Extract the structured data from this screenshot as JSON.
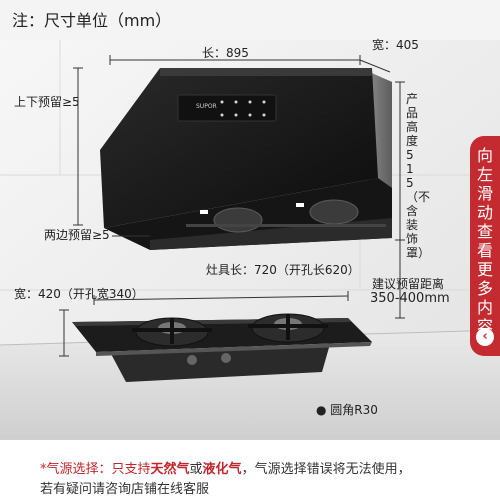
{
  "header": {
    "title": "注：尺寸单位（mm）"
  },
  "dimensions": {
    "length": "长：895",
    "width": "宽：405",
    "top_bottom_clearance": "上下预留≥5",
    "side_clearance": "两边预留≥5",
    "product_height": "产品高度515（不含装饰罩）",
    "install_distance_label": "建议预留距离",
    "install_distance_value": "350-400mm",
    "stove_width": "宽：420（开孔宽340）",
    "stove_length": "灶具长：720（开孔长620）",
    "corner_radius": "● 圆角R30"
  },
  "product": {
    "brand_logo": "SUPOR"
  },
  "side_tab": {
    "label": "向左滑动查看更多内容",
    "icon": "chevron-left-icon"
  },
  "footer": {
    "line1_prefix": "*气源选择：只支持",
    "line1_gas1": "天然气",
    "line1_or": "或",
    "line1_gas2": "液化气",
    "line1_suffix": "，气源选择错误将无法使用，",
    "line2": "若有疑问请咨询店铺在线客服"
  },
  "colors": {
    "accent": "#c32b30",
    "hood_glass": "#1a1a1a",
    "background": "#f4f4f4"
  }
}
